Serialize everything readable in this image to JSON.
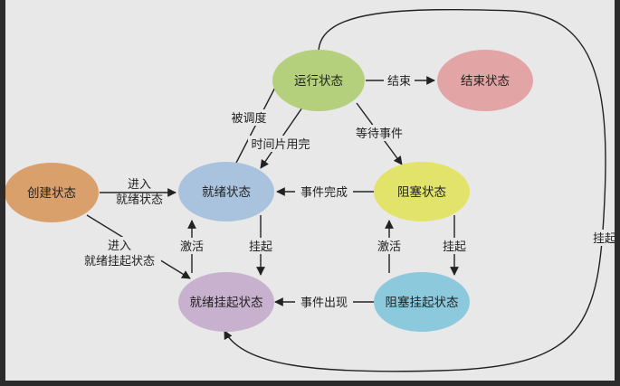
{
  "nodes": {
    "create": {
      "label": "创建状态",
      "color": "#d9a06b"
    },
    "ready": {
      "label": "就绪状态",
      "color": "#a9c3de"
    },
    "running": {
      "label": "运行状态",
      "color": "#b4d07c"
    },
    "end": {
      "label": "结束状态",
      "color": "#e3a4a6"
    },
    "blocked": {
      "label": "阻塞状态",
      "color": "#e2e36a"
    },
    "ready_suspended": {
      "label": "就绪挂起状态",
      "color": "#c8b1cf"
    },
    "blocked_suspended": {
      "label": "阻塞挂起状态",
      "color": "#8cc9dc"
    }
  },
  "edges": {
    "create_to_ready": [
      "进入",
      "就绪状态"
    ],
    "create_to_ready_suspend": [
      "进入",
      "就绪挂起状态"
    ],
    "ready_to_running": "被调度",
    "running_to_ready": "时间片用完",
    "running_to_end": "结束",
    "running_to_blocked": "等待事件",
    "blocked_to_ready": "事件完成",
    "rs_to_ready": "激活",
    "ready_to_rs": "挂起",
    "bs_to_blocked": "激活",
    "blocked_to_bs": "挂起",
    "bs_to_rs": "事件出现",
    "running_to_rs": "挂起"
  }
}
